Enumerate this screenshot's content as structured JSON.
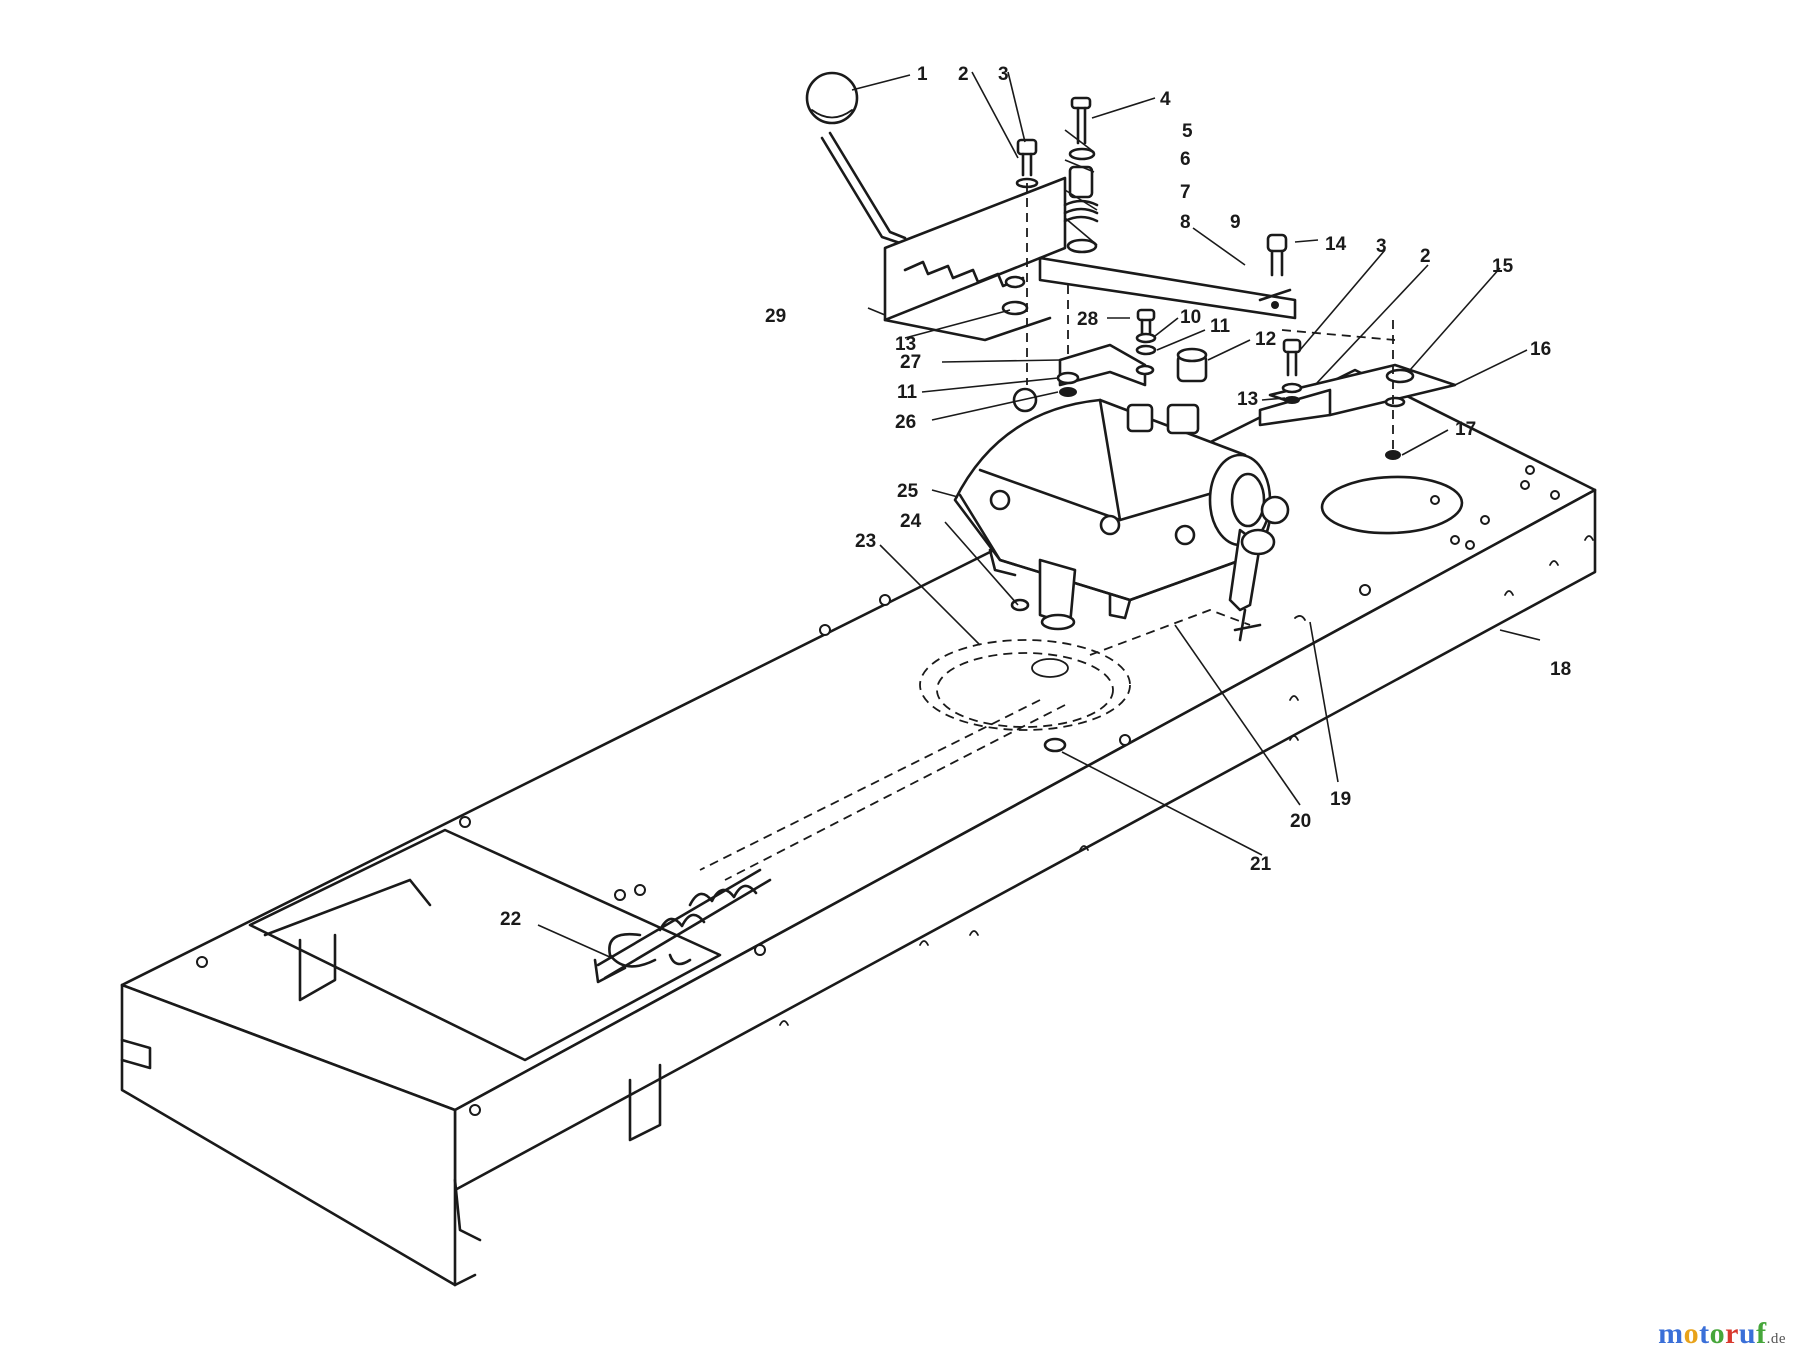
{
  "diagram": {
    "callouts": [
      {
        "id": "c1",
        "label": "1"
      },
      {
        "id": "c2a",
        "label": "2"
      },
      {
        "id": "c3a",
        "label": "3"
      },
      {
        "id": "c4",
        "label": "4"
      },
      {
        "id": "c5",
        "label": "5"
      },
      {
        "id": "c6",
        "label": "6"
      },
      {
        "id": "c7",
        "label": "7"
      },
      {
        "id": "c8",
        "label": "8"
      },
      {
        "id": "c9",
        "label": "9"
      },
      {
        "id": "c14",
        "label": "14"
      },
      {
        "id": "c3b",
        "label": "3"
      },
      {
        "id": "c2b",
        "label": "2"
      },
      {
        "id": "c15",
        "label": "15"
      },
      {
        "id": "c16",
        "label": "16"
      },
      {
        "id": "c29",
        "label": "29"
      },
      {
        "id": "c13a",
        "label": "13"
      },
      {
        "id": "c28",
        "label": "28"
      },
      {
        "id": "c10",
        "label": "10"
      },
      {
        "id": "c11a",
        "label": "11"
      },
      {
        "id": "c12",
        "label": "12"
      },
      {
        "id": "c27",
        "label": "27"
      },
      {
        "id": "c11b",
        "label": "11"
      },
      {
        "id": "c26",
        "label": "26"
      },
      {
        "id": "c13b",
        "label": "13"
      },
      {
        "id": "c17",
        "label": "17"
      },
      {
        "id": "c25",
        "label": "25"
      },
      {
        "id": "c24",
        "label": "24"
      },
      {
        "id": "c23",
        "label": "23"
      },
      {
        "id": "c18",
        "label": "18"
      },
      {
        "id": "c19",
        "label": "19"
      },
      {
        "id": "c20",
        "label": "20"
      },
      {
        "id": "c21",
        "label": "21"
      },
      {
        "id": "c22",
        "label": "22"
      }
    ]
  },
  "watermark": {
    "letters": [
      "m",
      "o",
      "t",
      "o",
      "r",
      "u",
      "f"
    ],
    "colors": [
      "#3a6fd8",
      "#e8a21a",
      "#3a6fd8",
      "#46a63a",
      "#d8382e",
      "#3a6fd8",
      "#46a63a"
    ],
    "tld": ".de"
  }
}
